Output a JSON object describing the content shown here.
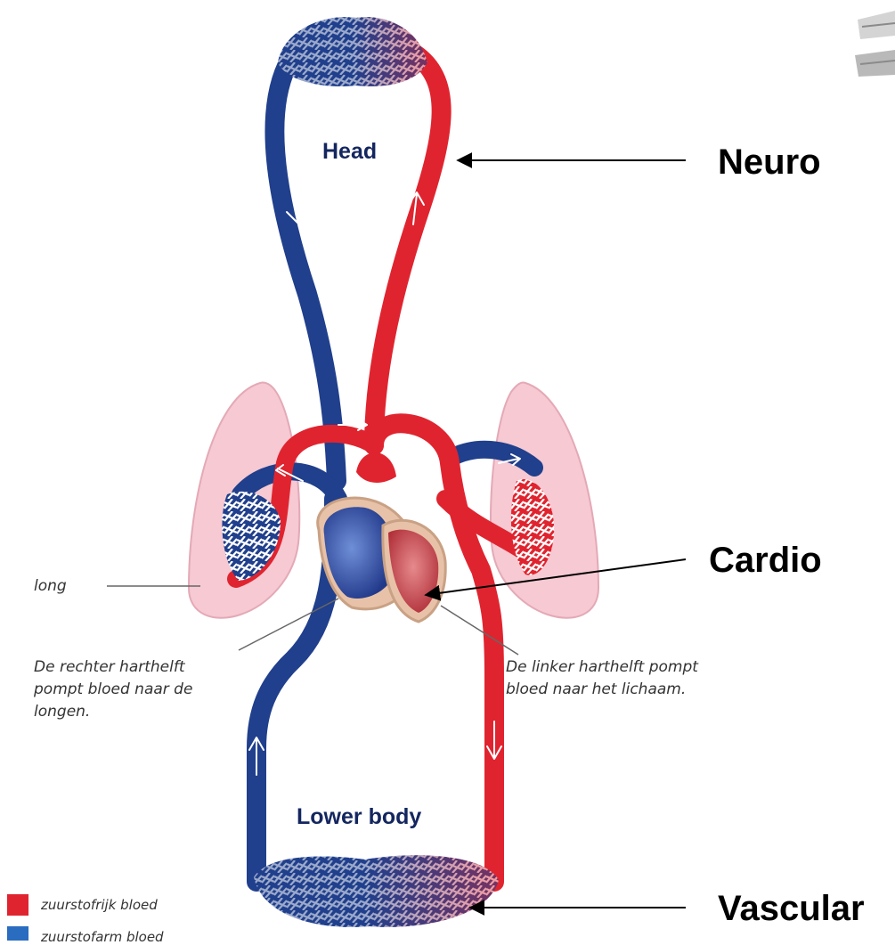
{
  "labels": {
    "head": "Head",
    "lower_body": "Lower body",
    "long": "long",
    "right_half": "De rechter harthelft pompt bloed naar de longen.",
    "left_half": "De linker harthelft pompt bloed naar het lichaam."
  },
  "callouts": {
    "neuro": "Neuro",
    "cardio": "Cardio",
    "vascular": "Vascular"
  },
  "legend": [
    {
      "label": "zuurstofrijk bloed",
      "color": "#e0242f"
    },
    {
      "label": "zuurstofarm bloed",
      "color": "#2a6cc0"
    }
  ],
  "colors": {
    "oxygenated": "#e0242f",
    "deoxygenated": "#203f8c",
    "lung": "#f6c9d3",
    "heart_right": "#3d5bb0",
    "heart_left": "#c9575e"
  }
}
